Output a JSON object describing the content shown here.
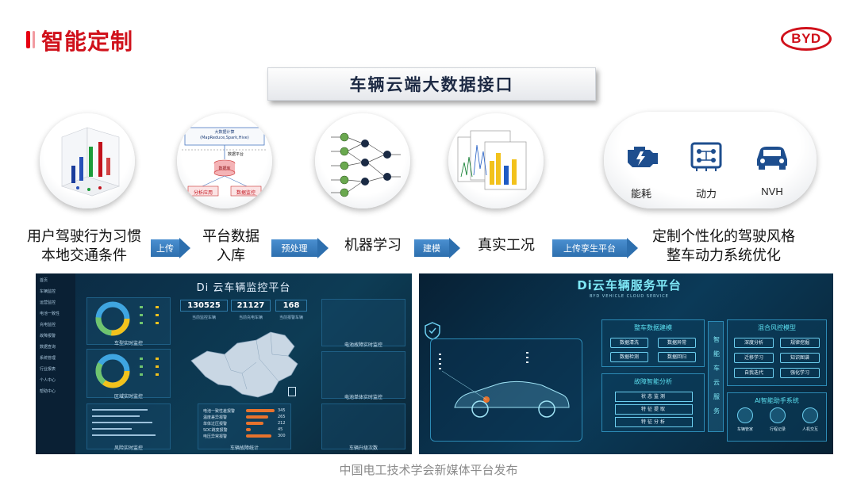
{
  "header": {
    "title": "智能定制",
    "logo_text": "BYD"
  },
  "banner": {
    "title": "车辆云端大数据接口"
  },
  "diagram2": {
    "top_box": "大数据计算\n(MapReduce,Spark,Hive)",
    "mid": "数据平台",
    "db": "数据库",
    "btn_left": "分析应用",
    "btn_right": "数据监控"
  },
  "pill": {
    "items": [
      {
        "label": "能耗",
        "icon": "engine-icon"
      },
      {
        "label": "动力",
        "icon": "circuit-icon"
      },
      {
        "label": "NVH",
        "icon": "car-icon"
      }
    ]
  },
  "flow": {
    "step1_line1": "用户驾驶行为习惯",
    "step1_line2": "本地交通条件",
    "arrow1": "上传",
    "step2_line1": "平台数据",
    "step2_line2": "入库",
    "arrow2": "预处理",
    "step3": "机器学习",
    "arrow3": "建模",
    "step4": "真实工况",
    "arrow4": "上传孪生平台",
    "step5_line1": "定制个性化的驾驶风格",
    "step5_line2": "整车动力系统优化"
  },
  "monitor": {
    "title": "Di 云车辆监控平台",
    "side": [
      "首页",
      "车辆监控",
      "运营监控",
      "电池一致性",
      "充电监控",
      "故障报警",
      "数据查询",
      "系统管理",
      "行业报表",
      "个人中心",
      "帮助中心"
    ],
    "stats": [
      {
        "value": "130525",
        "label": "当前监控车辆"
      },
      {
        "value": "21127",
        "label": "当前充电车辆"
      },
      {
        "value": "168",
        "label": "当前报警车辆"
      }
    ],
    "panels": {
      "p1": "车型实时监控",
      "p2": "区域实时监控",
      "p3": "风险实时监控",
      "p4": "车辆故障统计",
      "p5": "电池故障实时监控",
      "p6": "电池单体实时监控",
      "p7": "车辆升级次数"
    },
    "bars": [
      {
        "label": "电池一致性差报警",
        "value": "345"
      },
      {
        "label": "温度差异报警",
        "value": "265"
      },
      {
        "label": "单体过压报警",
        "value": "212"
      },
      {
        "label": "SOC跳变报警",
        "value": "45"
      },
      {
        "label": "电压异常报警",
        "value": "300"
      }
    ]
  },
  "service": {
    "title": "Di云车辆服务平台",
    "subtitle": "BYD VEHICLE CLOUD SERVICE",
    "box1_title": "整车数据建模",
    "box1_btns": [
      "数据清洗",
      "数据异常",
      "数据检测",
      "数据回归"
    ],
    "box2_title": "故障智能分析",
    "box2_rows": [
      "状态监测",
      "特征提取",
      "特征分析"
    ],
    "vertical": [
      "智",
      "能",
      "车",
      "云",
      "服",
      "务"
    ],
    "box3_title": "混合风控模型",
    "box3_btns": [
      "深度分析",
      "规律挖掘",
      "迁移学习",
      "知识图谱",
      "自我迭代",
      "强化学习"
    ],
    "box4_title": "AI智能助手系统",
    "box4_items": [
      "车辆管家",
      "行程记录",
      "人机交互"
    ]
  },
  "footer": "中国电工技术学会新媒体平台发布"
}
